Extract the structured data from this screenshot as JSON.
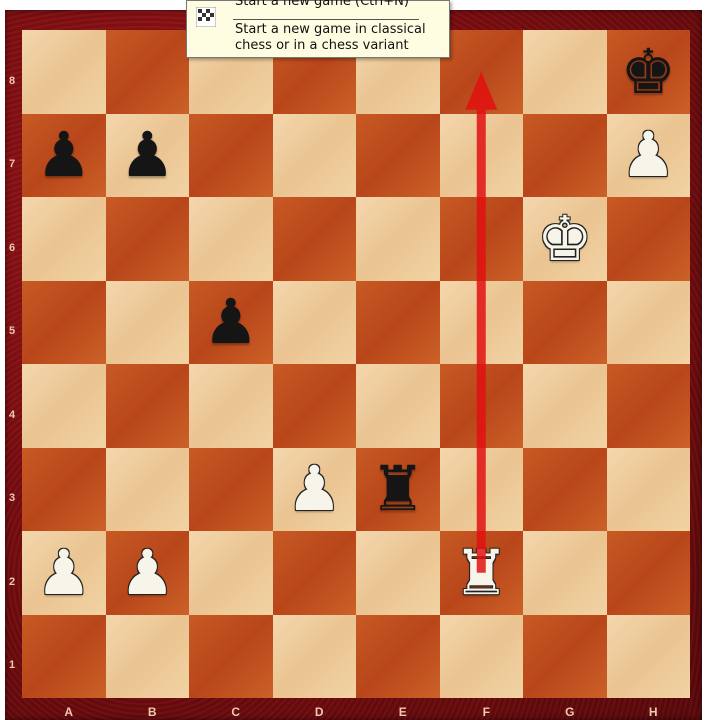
{
  "tooltip": {
    "title": "Start a new game (Ctrl+N)",
    "description": "Start a new game in classical chess or in a chess variant"
  },
  "board": {
    "files": [
      "A",
      "B",
      "C",
      "D",
      "E",
      "F",
      "G",
      "H"
    ],
    "ranks": [
      "8",
      "7",
      "6",
      "5",
      "4",
      "3",
      "2",
      "1"
    ],
    "light_color": "#f0cfa0",
    "dark_color": "#c2511f",
    "frame_color": "#8a1014",
    "pieces": [
      {
        "square": "h8",
        "color": "black",
        "type": "king",
        "glyph": "♚"
      },
      {
        "square": "a7",
        "color": "black",
        "type": "pawn",
        "glyph": "♟"
      },
      {
        "square": "b7",
        "color": "black",
        "type": "pawn",
        "glyph": "♟"
      },
      {
        "square": "h7",
        "color": "white",
        "type": "pawn",
        "glyph": "♟"
      },
      {
        "square": "g6",
        "color": "white",
        "type": "king",
        "glyph": "♚"
      },
      {
        "square": "c5",
        "color": "black",
        "type": "pawn",
        "glyph": "♟"
      },
      {
        "square": "d3",
        "color": "white",
        "type": "pawn",
        "glyph": "♟"
      },
      {
        "square": "e3",
        "color": "black",
        "type": "rook",
        "glyph": "♜"
      },
      {
        "square": "a2",
        "color": "white",
        "type": "pawn",
        "glyph": "♟"
      },
      {
        "square": "b2",
        "color": "white",
        "type": "pawn",
        "glyph": "♟"
      },
      {
        "square": "f2",
        "color": "white",
        "type": "rook",
        "glyph": "♜"
      }
    ]
  },
  "arrow": {
    "from": "f2",
    "to": "f8",
    "color": "#e01010"
  }
}
